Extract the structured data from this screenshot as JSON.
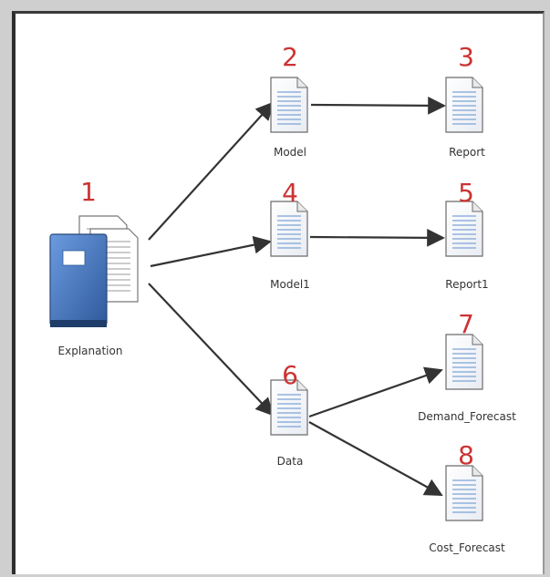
{
  "diagram": {
    "nodes": [
      {
        "id": "explanation",
        "number": "1",
        "label": "Explanation",
        "icon": "folder-with-documents-icon"
      },
      {
        "id": "model",
        "number": "2",
        "label": "Model",
        "icon": "document-icon"
      },
      {
        "id": "report",
        "number": "3",
        "label": "Report",
        "icon": "document-icon"
      },
      {
        "id": "model1",
        "number": "4",
        "label": "Model1",
        "icon": "document-icon"
      },
      {
        "id": "report1",
        "number": "5",
        "label": "Report1",
        "icon": "document-icon"
      },
      {
        "id": "data",
        "number": "6",
        "label": "Data",
        "icon": "document-icon"
      },
      {
        "id": "demand_forecast",
        "number": "7",
        "label": "Demand_Forecast",
        "icon": "document-icon"
      },
      {
        "id": "cost_forecast",
        "number": "8",
        "label": "Cost_Forecast",
        "icon": "document-icon"
      }
    ],
    "edges": [
      {
        "from": "explanation",
        "to": "model"
      },
      {
        "from": "explanation",
        "to": "model1"
      },
      {
        "from": "explanation",
        "to": "data"
      },
      {
        "from": "model",
        "to": "report"
      },
      {
        "from": "model1",
        "to": "report1"
      },
      {
        "from": "data",
        "to": "demand_forecast"
      },
      {
        "from": "data",
        "to": "cost_forecast"
      }
    ],
    "colors": {
      "number": "#cc3333",
      "arrow": "#333333",
      "folder": "#3f6fb5",
      "document_lines": "#7ea3d6"
    }
  }
}
